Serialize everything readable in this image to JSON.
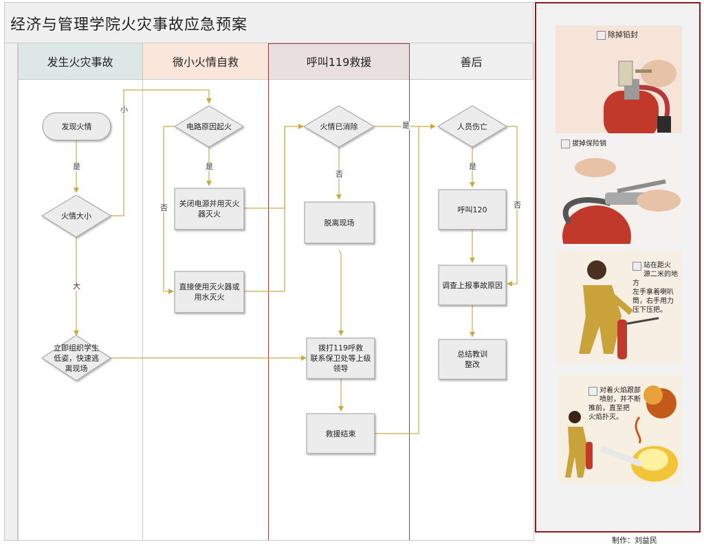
{
  "title": "经济与管理学院火灾事故应急预案",
  "lanes": [
    "发生火灾事故",
    "微小火情自救",
    "呼叫119救援",
    "善后"
  ],
  "nodes": {
    "discover_fire": "发现火情",
    "fire_size": "火情大小",
    "evacuate": "立即组织学生\n低姿，快速逃\n离现场",
    "electrical_cause": "电路原因起火",
    "cut_power": "关闭电源并用灭火\n器灭火",
    "direct_extinguish": "直接使用灭火器或\n用水灭火",
    "fire_out": "火情已消除",
    "leave_scene": "脱离现场",
    "call_119": "拨打119呼救\n联系保卫处等上级\n领导",
    "rescue_end": "救援结束",
    "casualties": "人员伤亡",
    "call_120": "呼叫120",
    "investigate": "调查上报事故原因",
    "summarize": "总结教训\n整改"
  },
  "edge_labels": {
    "yes_1": "是",
    "small": "小",
    "large": "大",
    "yes_2": "是",
    "no_1": "否",
    "no_2": "否",
    "yes_3": "是",
    "yes_4": "是",
    "no_3": "否"
  },
  "steps": [
    "除掉铅封",
    "拔掉保险销",
    "站在距火\n源二米的地方\n左手拿着喇叭\n筒，右手用力\n压下压把。",
    "对着火焰跟部\n喷射，并不断\n推前，直至把\n火焰扑灭。"
  ],
  "footer": "制作：刘益民",
  "colors": {
    "connector": "#c9ab45",
    "lane2_border": "#e0c984",
    "lane3_border": "#a33a3a",
    "panel_border": "#8e1b1b"
  }
}
